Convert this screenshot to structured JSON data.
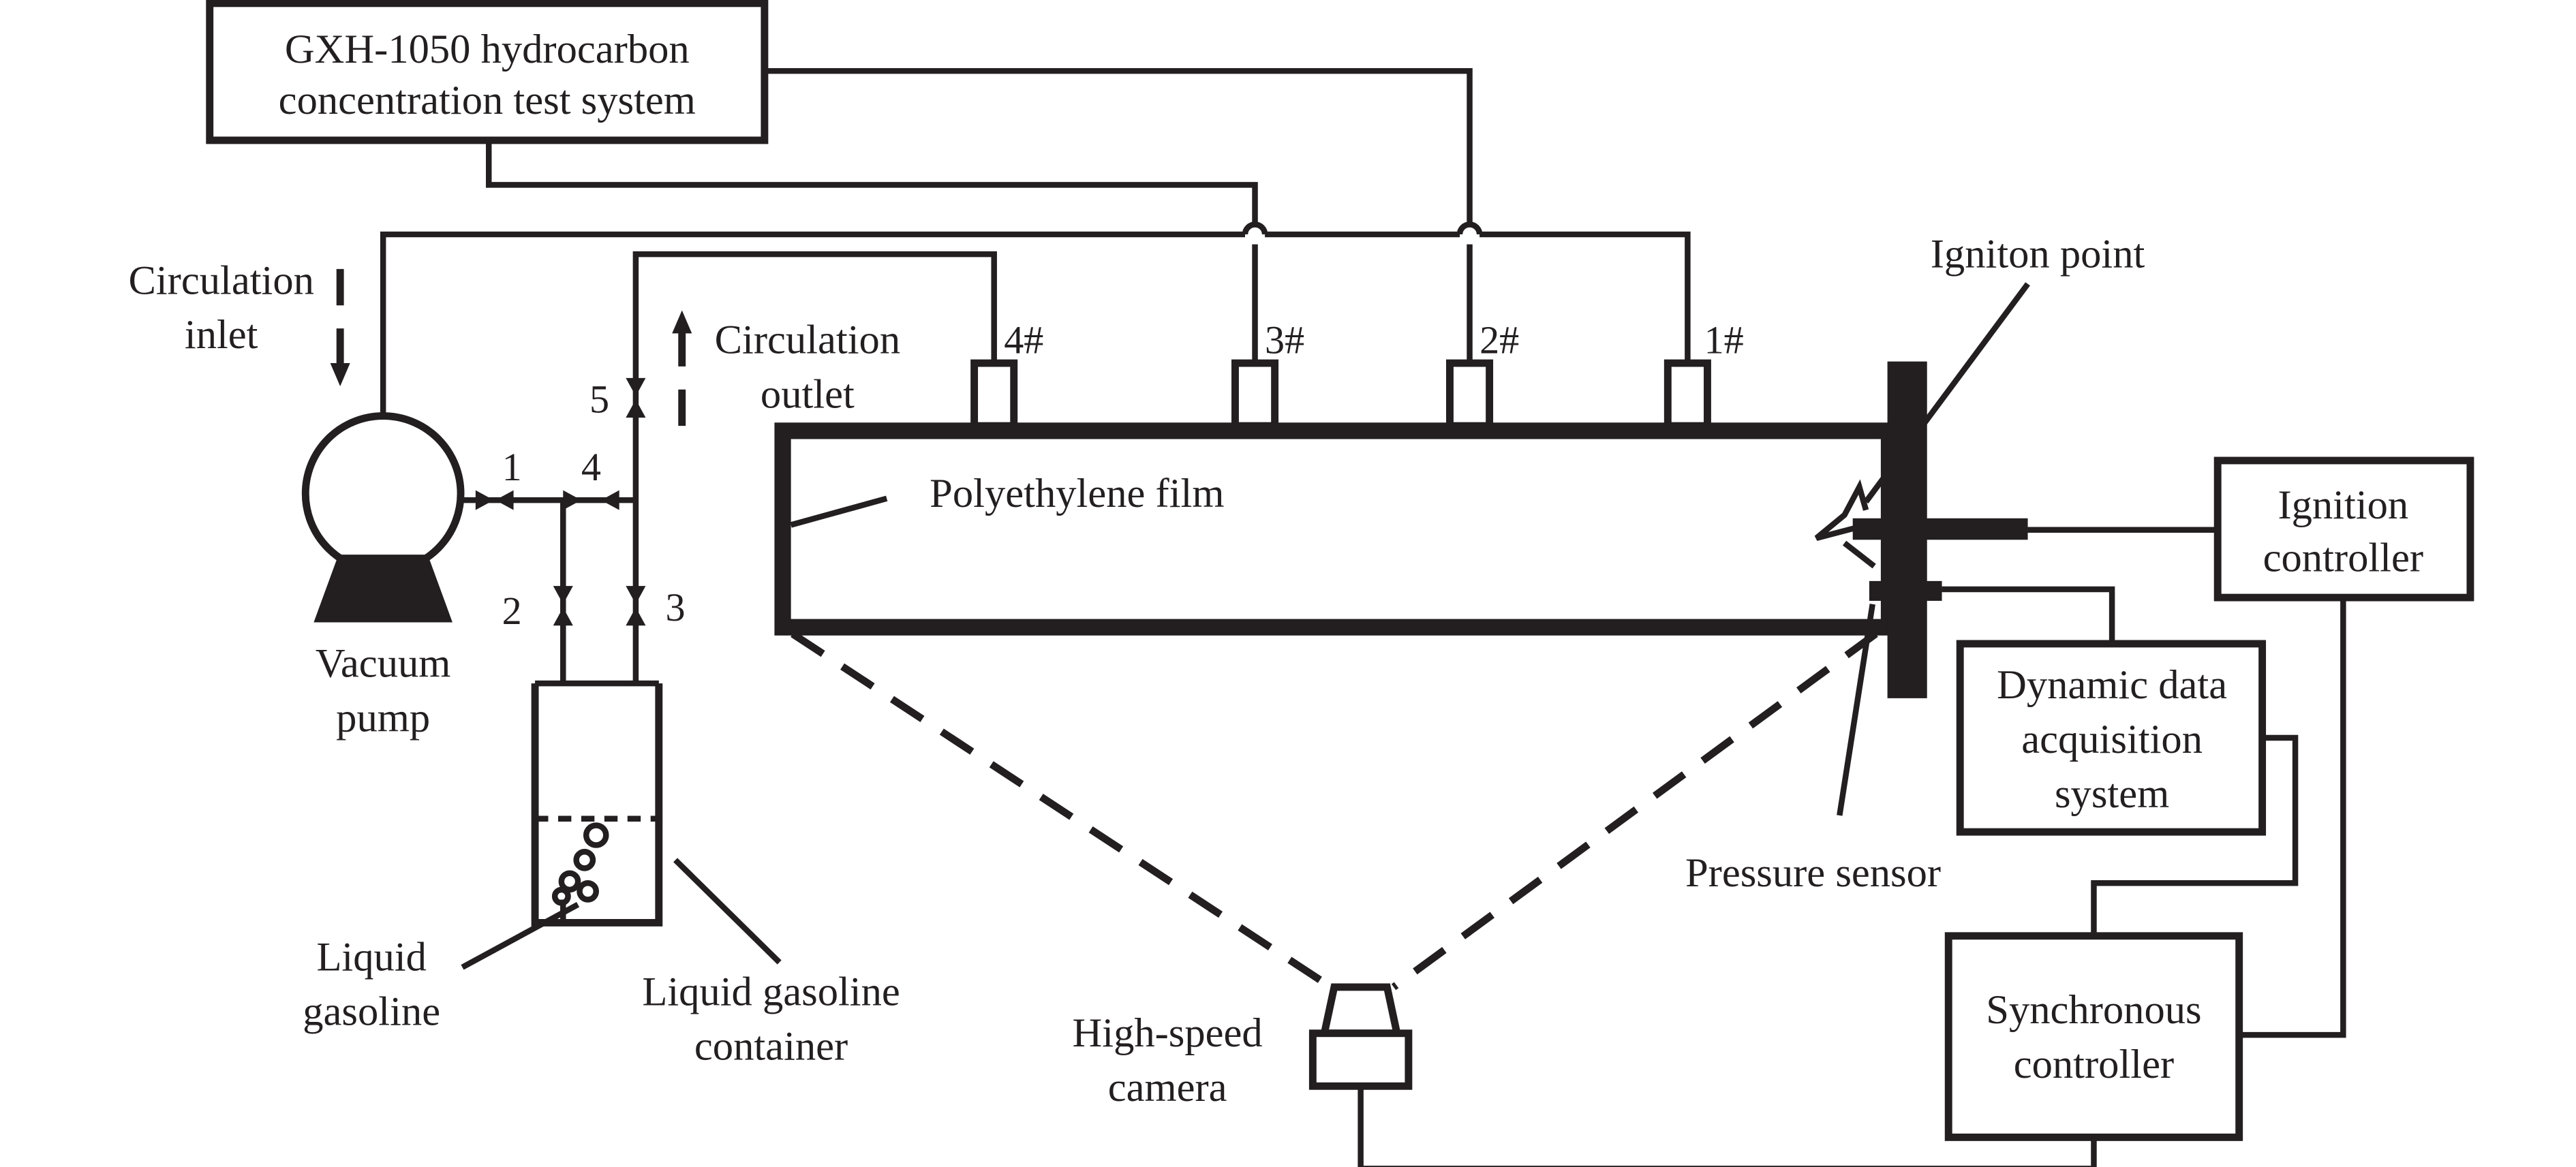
{
  "labels": {
    "gxh_line1": "GXH-1050 hydrocarbon",
    "gxh_line2": "concentration test system",
    "circ_inlet_1": "Circulation",
    "circ_inlet_2": "inlet",
    "circ_outlet_1": "Circulation",
    "circ_outlet_2": "outlet",
    "vacuum_1": "Vacuum",
    "vacuum_2": "pump",
    "liquid_gasoline_1": "Liquid",
    "liquid_gasoline_2": "gasoline",
    "container_1": "Liquid gasoline",
    "container_2": "container",
    "film": "Polyethylene film",
    "ignition_point": "Igniton point",
    "ignition_ctrl_1": "Ignition",
    "ignition_ctrl_2": "controller",
    "daq_1": "Dynamic data",
    "daq_2": "acquisition",
    "daq_3": "system",
    "pressure_sensor": "Pressure sensor",
    "sync_1": "Synchronous",
    "sync_2": "controller",
    "camera_1": "High-speed",
    "camera_2": "camera"
  },
  "ports": [
    "4#",
    "3#",
    "2#",
    "1#"
  ],
  "valves": [
    "1",
    "2",
    "3",
    "4",
    "5"
  ],
  "colors": {
    "ink": "#231f20",
    "background": "#ffffff"
  }
}
